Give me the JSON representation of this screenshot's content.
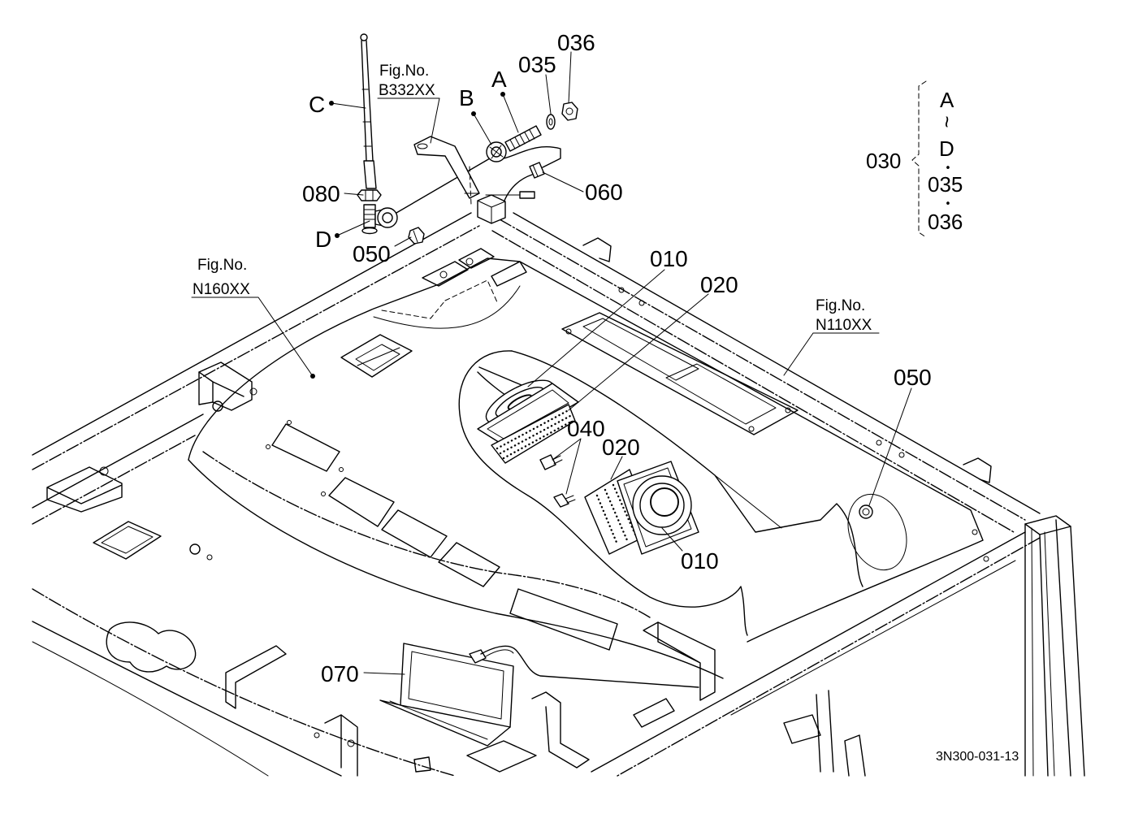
{
  "drawing_number": "3N300-031-13",
  "figure_references": {
    "upper": {
      "caption": "Fig.No.",
      "number": "B332XX"
    },
    "left": {
      "caption": "Fig.No.",
      "number": "N160XX"
    },
    "right": {
      "caption": "Fig.No.",
      "number": "N110XX"
    }
  },
  "callouts": {
    "c": "C",
    "p080": "080",
    "d": "D",
    "p050_left": "050",
    "b": "B",
    "a": "A",
    "p035": "035",
    "p036": "036",
    "p060": "060",
    "p010_upper": "010",
    "p020_upper": "020",
    "p040": "040",
    "p020_lower": "020",
    "p010_lower": "010",
    "p050_right": "050",
    "p070": "070"
  },
  "assembly_legend": {
    "part_number": "030",
    "from": "A",
    "range_symbol": "~",
    "to": "D",
    "separator": "•",
    "includes": [
      "035",
      "036"
    ]
  }
}
